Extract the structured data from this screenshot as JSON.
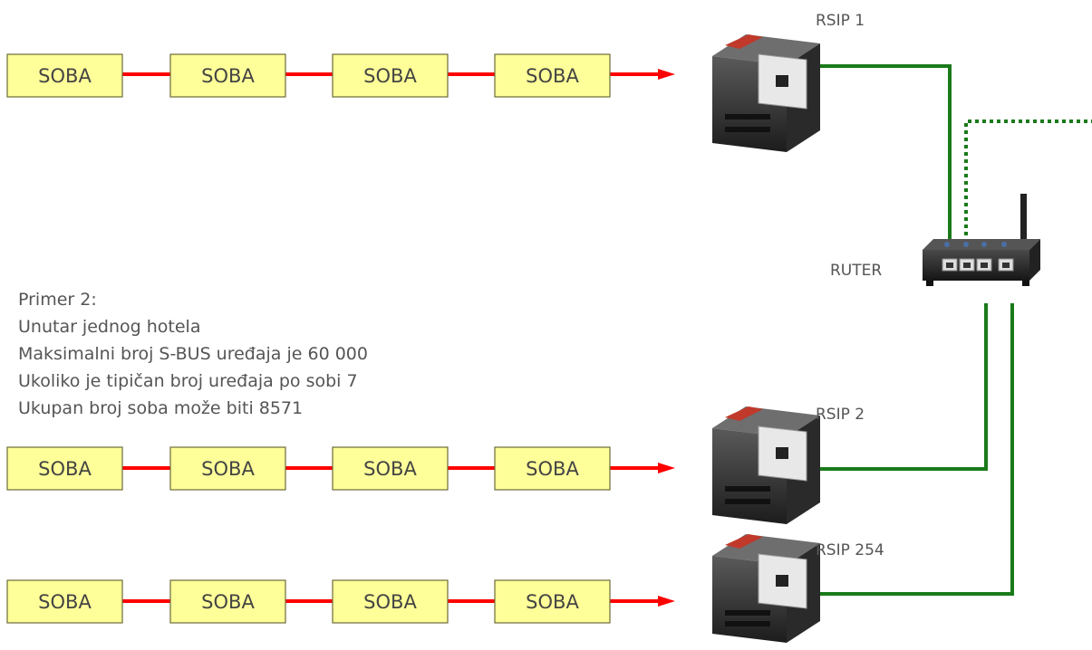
{
  "colors": {
    "room_fill": "#ffff99",
    "bus_line": "#ff0000",
    "network_line": "#1a7a1a"
  },
  "rows": [
    {
      "rooms": [
        "SOBA",
        "SOBA",
        "SOBA",
        "SOBA"
      ],
      "device_label": "RSIP 1"
    },
    {
      "rooms": [
        "SOBA",
        "SOBA",
        "SOBA",
        "SOBA"
      ],
      "device_label": "RSIP 2"
    },
    {
      "rooms": [
        "SOBA",
        "SOBA",
        "SOBA",
        "SOBA"
      ],
      "device_label": "RSIP 254"
    }
  ],
  "router": {
    "label": "RUTER"
  },
  "info": {
    "lines": [
      "Primer 2:",
      "Unutar jednog hotela",
      "Maksimalni broj S-BUS uređaja je 60 000",
      "Ukoliko je tipičan broj uređaja po sobi 7",
      "Ukupan broj soba može biti 8571"
    ]
  }
}
